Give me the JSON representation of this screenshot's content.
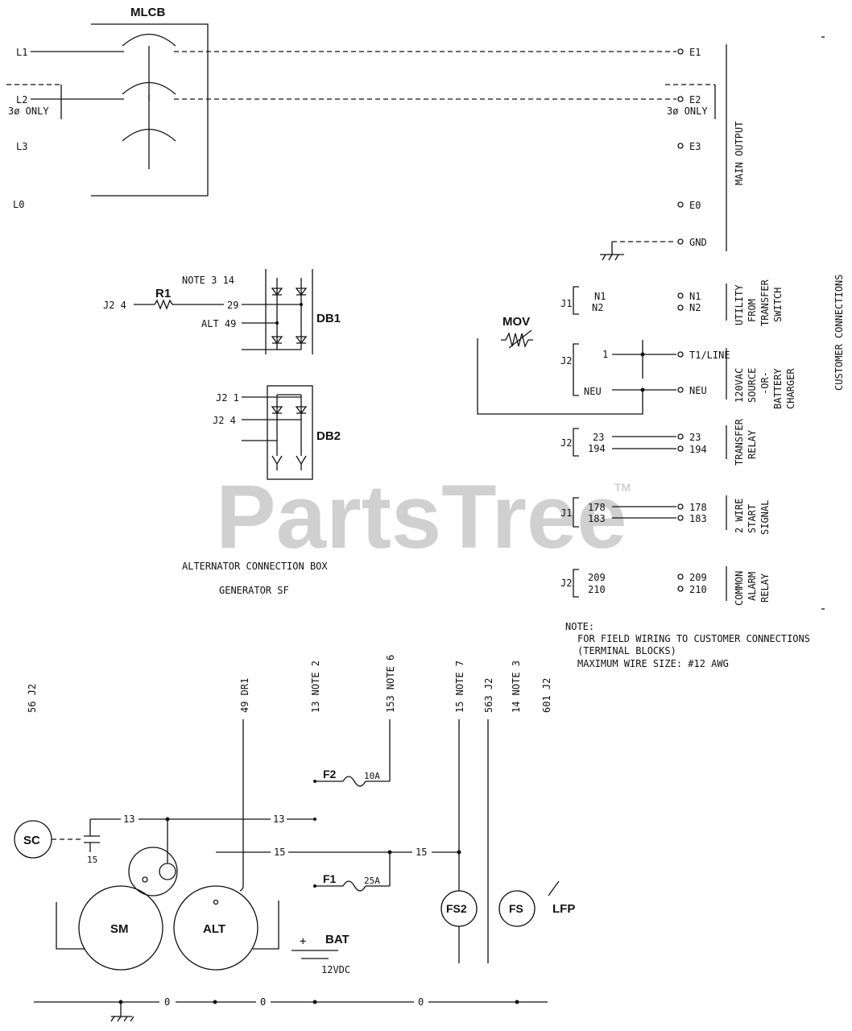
{
  "components": {
    "mlcb": "MLCB",
    "r1": "R1",
    "db1": "DB1",
    "db2": "DB2",
    "mov": "MOV",
    "sc": "SC",
    "sm": "SM",
    "alt": "ALT",
    "bat": "BAT",
    "bat_plus": "+",
    "bat_voltage": "12VDC",
    "f1": "F1",
    "f1_rating": "25A",
    "f2": "F2",
    "f2_rating": "10A",
    "fs2": "FS2",
    "fs": "FS",
    "lfp": "LFP"
  },
  "left_terminals": {
    "l1": "L1",
    "l2": "L2",
    "three_phase_only": "3ø ONLY",
    "l3": "L3",
    "l0": "L0"
  },
  "main_output": {
    "e1": "E1",
    "e2": "E2",
    "three_phase_only": "3ø ONLY",
    "e3": "E3",
    "e0": "E0",
    "gnd": "GND",
    "title": "MAIN OUTPUT"
  },
  "connection_box": {
    "note_3_14": "NOTE 3 14",
    "j2_4_r1": "J2 4",
    "wire_29": "29",
    "alt_49": "ALT 49",
    "j2_1": "J2 1",
    "j2_4": "J2 4",
    "caption": "ALTERNATOR CONNECTION BOX",
    "subcaption": "GENERATOR SF"
  },
  "customer_connections": {
    "title": "CUSTOMER CONNECTIONS",
    "utility": {
      "conn": "J1",
      "a": "N1",
      "b": "N2",
      "ta": "N1",
      "tb": "N2",
      "desc": [
        "UTILITY",
        "FROM",
        "TRANSFER",
        "SWITCH"
      ]
    },
    "source": {
      "conn": "J2",
      "a": "1",
      "b": "NEU",
      "ta": "T1/LINE",
      "tb": "NEU",
      "desc": [
        "120VAC",
        "SOURCE",
        "-OR-",
        "BATTERY",
        "CHARGER"
      ]
    },
    "transfer": {
      "conn": "J2",
      "a": "23",
      "b": "194",
      "ta": "23",
      "tb": "194",
      "desc": [
        "TRANSFER",
        "RELAY"
      ]
    },
    "two_wire": {
      "conn": "J1",
      "a": "178",
      "b": "183",
      "ta": "178",
      "tb": "183",
      "desc": [
        "2 WIRE",
        "START",
        "SIGNAL"
      ]
    },
    "alarm": {
      "conn": "J2",
      "a": "209",
      "b": "210",
      "ta": "209",
      "tb": "210",
      "desc": [
        "COMMON",
        "ALARM",
        "RELAY"
      ]
    }
  },
  "note": {
    "head": "NOTE:",
    "line1": "FOR FIELD WIRING TO CUSTOMER CONNECTIONS",
    "line2": "(TERMINAL BLOCKS)",
    "line3": "MAXIMUM WIRE SIZE: #12 AWG"
  },
  "vertical_labels": [
    "56 J2",
    "49 DR1",
    "13 NOTE 2",
    "153 NOTE 6",
    "15 NOTE 7",
    "563 J2",
    "14 NOTE 3",
    "601 J2"
  ],
  "wire_numbers": {
    "w13a": "13",
    "w13b": "13",
    "w15cap": "15",
    "w15a": "15",
    "w15b": "15",
    "w0a": "0",
    "w0b": "0",
    "w0c": "0"
  },
  "watermark": {
    "text": "PartsTree",
    "tm": "TM"
  }
}
